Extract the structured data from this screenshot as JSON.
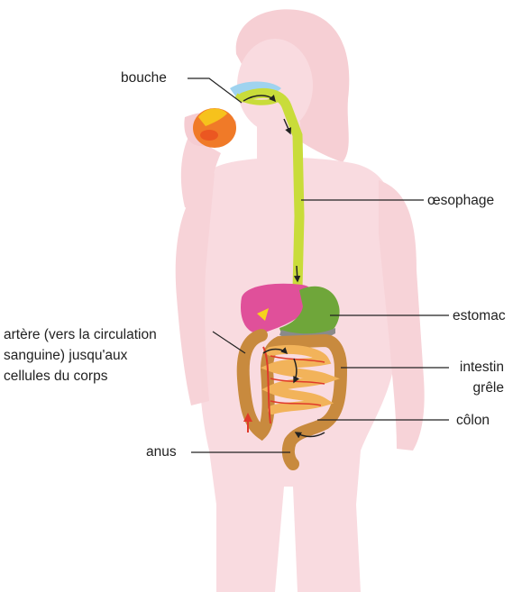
{
  "labels": {
    "bouche": "bouche",
    "oesophage": "œsophage",
    "estomac": "estomac",
    "artere_line1": "artère (vers la circulation",
    "artere_line2": "sanguine) jusqu'aux",
    "artere_line3": "cellules du corps",
    "intestin_line1": "intestin",
    "intestin_line2": "grêle",
    "colon": "côlon",
    "anus": "anus"
  },
  "colors": {
    "body": "#f8d8dc",
    "body_light": "#fbe6e8",
    "oesophagus": "#c9dc3a",
    "mouth": "#9fd3ef",
    "liver": "#e0509a",
    "stomach": "#6fa63a",
    "colon": "#c88a3e",
    "small_intestine": "#f2b35a",
    "artery": "#e03a2a",
    "apple": "#f07a28",
    "leader": "#222222"
  },
  "icons": [
    "apple-icon"
  ]
}
